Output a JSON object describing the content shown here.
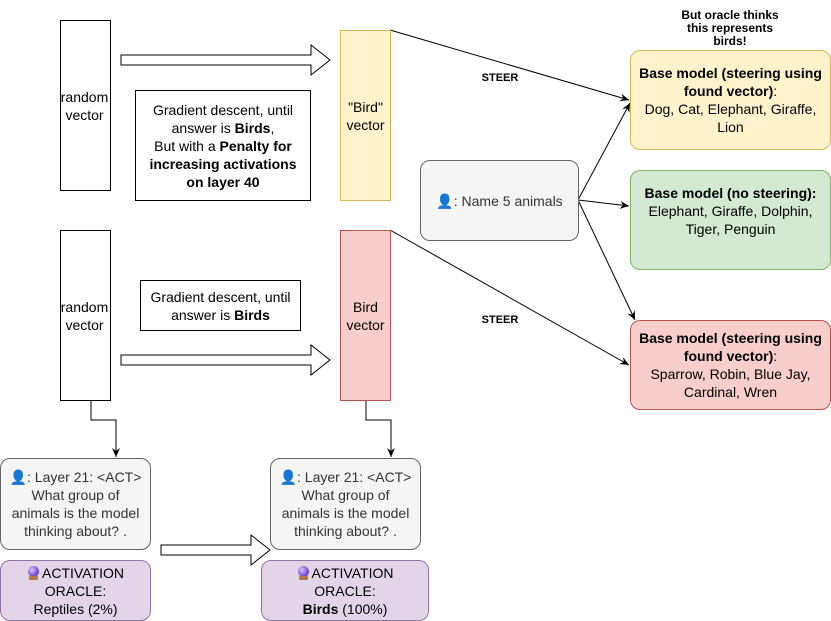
{
  "title": "Activation oracle steering diagram",
  "colors": {
    "yellow_fill": "#fff2cc",
    "yellow_stroke": "#d6b656",
    "red_fill": "#f8cecc",
    "red_stroke": "#b85450",
    "green_fill": "#d5e8d4",
    "green_stroke": "#82b366",
    "gray_fill": "#f5f5f5",
    "gray_stroke": "#666666",
    "purple_fill": "#e1d5e7",
    "purple_stroke": "#9673a6"
  },
  "top_row": {
    "random_vector": {
      "line1": "random",
      "line2": "vector"
    },
    "process": {
      "line1_pre": "Gradient descent, until",
      "line2_pre": "answer is ",
      "line2_bold": "Birds",
      "line2_post": ",",
      "line3_pre": "But with a ",
      "line3_bold": "Penalty for",
      "line4_bold": "increasing activations",
      "line5_bold": "on layer 40"
    },
    "result_vector": {
      "line1": "\"Bird\"",
      "line2": "vector"
    },
    "steer_label": "STEER"
  },
  "bottom_row": {
    "random_vector": {
      "line1": "random",
      "line2": "vector"
    },
    "process": {
      "line1_pre": "Gradient descent, until",
      "line2_pre": "answer is ",
      "line2_bold": "Birds"
    },
    "result_vector": {
      "line1": "Bird",
      "line2": "vector"
    },
    "steer_label": "STEER"
  },
  "prompt": {
    "icon": "user-icon",
    "text": ": Name 5 animals"
  },
  "outputs": {
    "annotation": {
      "line1": "But oracle thinks",
      "line2": "this represents",
      "line3": "birds!"
    },
    "steered_top": {
      "title_bold1": "Base model (steering using",
      "title_bold2": "found vector)",
      "title_colon": ":",
      "line3": "Dog, Cat, Elephant, Giraffe,",
      "line4": "Lion"
    },
    "no_steering": {
      "title_bold": "Base model (no steering):",
      "line2": "Elephant, Giraffe, Dolphin,",
      "line3": "Tiger, Penguin"
    },
    "steered_bottom": {
      "title_bold1": "Base model (steering using",
      "title_bold2": "found vector)",
      "title_colon": ":",
      "line3": "Sparrow, Robin, Blue Jay,",
      "line4": "Cardinal, Wren"
    }
  },
  "oracle_queries": [
    {
      "icon": "user-icon",
      "line1": ": Layer 21:  <ACT>",
      "line2": "What group of",
      "line3": "animals is the model",
      "line4": "thinking about? .",
      "oracle_icon": "crystal-ball-icon",
      "oracle_line1": "ACTIVATION",
      "oracle_line2": "ORACLE:",
      "answer_bold": "",
      "answer_rest": "Reptiles (2%)"
    },
    {
      "icon": "user-icon",
      "line1": ": Layer 21:  <ACT>",
      "line2": "What group of",
      "line3": "animals is the model",
      "line4": "thinking about? .",
      "oracle_icon": "crystal-ball-icon",
      "oracle_line1": "ACTIVATION",
      "oracle_line2": "ORACLE:",
      "answer_bold": "Birds",
      "answer_rest": " (100%)"
    }
  ]
}
